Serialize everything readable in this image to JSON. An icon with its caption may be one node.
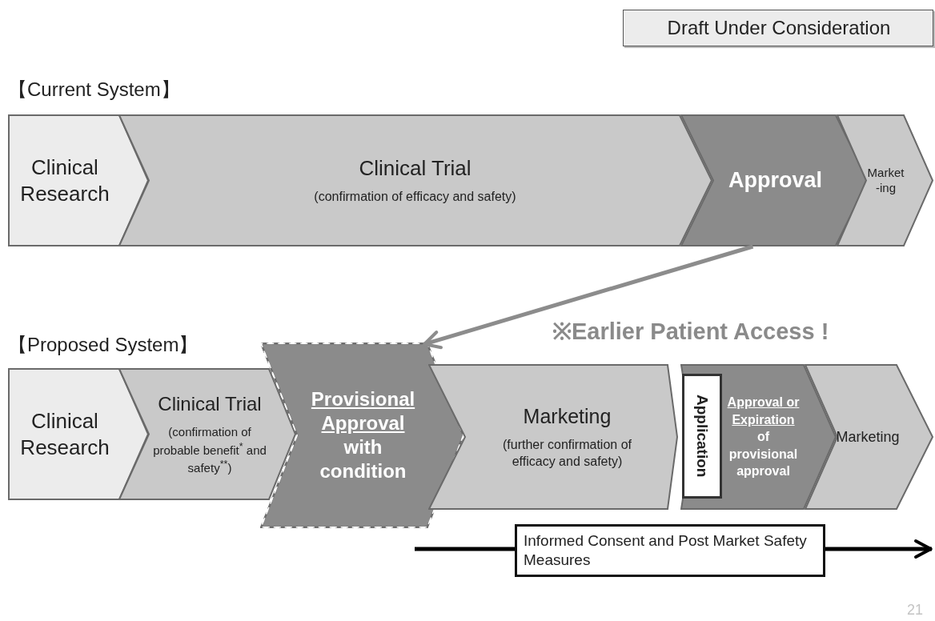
{
  "diagram": {
    "nodes": [
      {
        "text": [
          "Draft Under Consideration"
        ]
      },
      {
        "text": [
          "Clinical Research"
        ]
      },
      {
        "text": [
          "Clinical Trial",
          "(confirmation of efficacy and safety)"
        ]
      },
      {
        "text": [
          "Approval"
        ]
      },
      {
        "text": [
          "Market -ing"
        ]
      },
      {
        "text": [
          "Clinical Research"
        ]
      },
      {
        "text": [
          "Clinical Trial",
          "(confirmation of probable benefit$^{*}$ and safety$^{**}$)"
        ]
      },
      {
        "text": [
          "Provisional Approval",
          "with condition"
        ]
      },
      {
        "text": [
          "Marketing",
          "(further confirmation of efficacy and safety)"
        ]
      },
      {
        "text": [
          "Approval or Expiration",
          "of provisional approval"
        ]
      },
      {
        "text": [
          "Application"
        ],
        "in": 9
      },
      {
        "text": [
          "Marketing"
        ]
      },
      {
        "text": [
          "Informed Consent and Post Market Safety Measures"
        ]
      }
    ],
    "edges": [
      {
        "from": 3,
        "to": 7,
        "arrow": "to",
        "color": "#8c8c8c"
      },
      {
        "from": null,
        "to": 12,
        "arrow": "none"
      },
      {
        "from": 12,
        "to": null,
        "arrow": "to"
      }
    ],
    "labels": [
      "【Current System】",
      "【Proposed System】",
      "※Earlier Patient Access !",
      "21"
    ]
  }
}
